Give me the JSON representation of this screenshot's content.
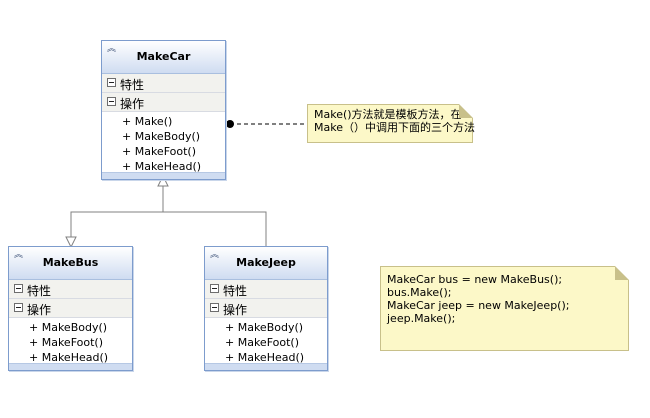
{
  "classes": {
    "makecar": {
      "name": "MakeCar",
      "attributes_label": "特性",
      "operations_label": "操作",
      "operations": [
        "+ Make()",
        "+ MakeBody()",
        "+ MakeFoot()",
        "+ MakeHead()"
      ]
    },
    "makebus": {
      "name": "MakeBus",
      "attributes_label": "特性",
      "operations_label": "操作",
      "operations": [
        "+ MakeBody()",
        "+ MakeFoot()",
        "+ MakeHead()"
      ]
    },
    "makejeep": {
      "name": "MakeJeep",
      "attributes_label": "特性",
      "operations_label": "操作",
      "operations": [
        "+ MakeBody()",
        "+ MakeFoot()",
        "+ MakeHead()"
      ]
    }
  },
  "notes": {
    "template_note": {
      "lines": [
        "Make()方法就是模板方法，在",
        "Make（）中调用下面的三个方法"
      ]
    },
    "code_note": {
      "lines": [
        "MakeCar bus = new MakeBus();",
        "bus.Make();",
        "MakeCar jeep = new MakeJeep();",
        "jeep.Make();"
      ]
    }
  },
  "colors": {
    "class_border": "#7d9ccd",
    "class_header": "#cfdcf1",
    "note_fill": "#fcf8c8",
    "note_border": "#c8c08a",
    "connector": "#808080"
  }
}
